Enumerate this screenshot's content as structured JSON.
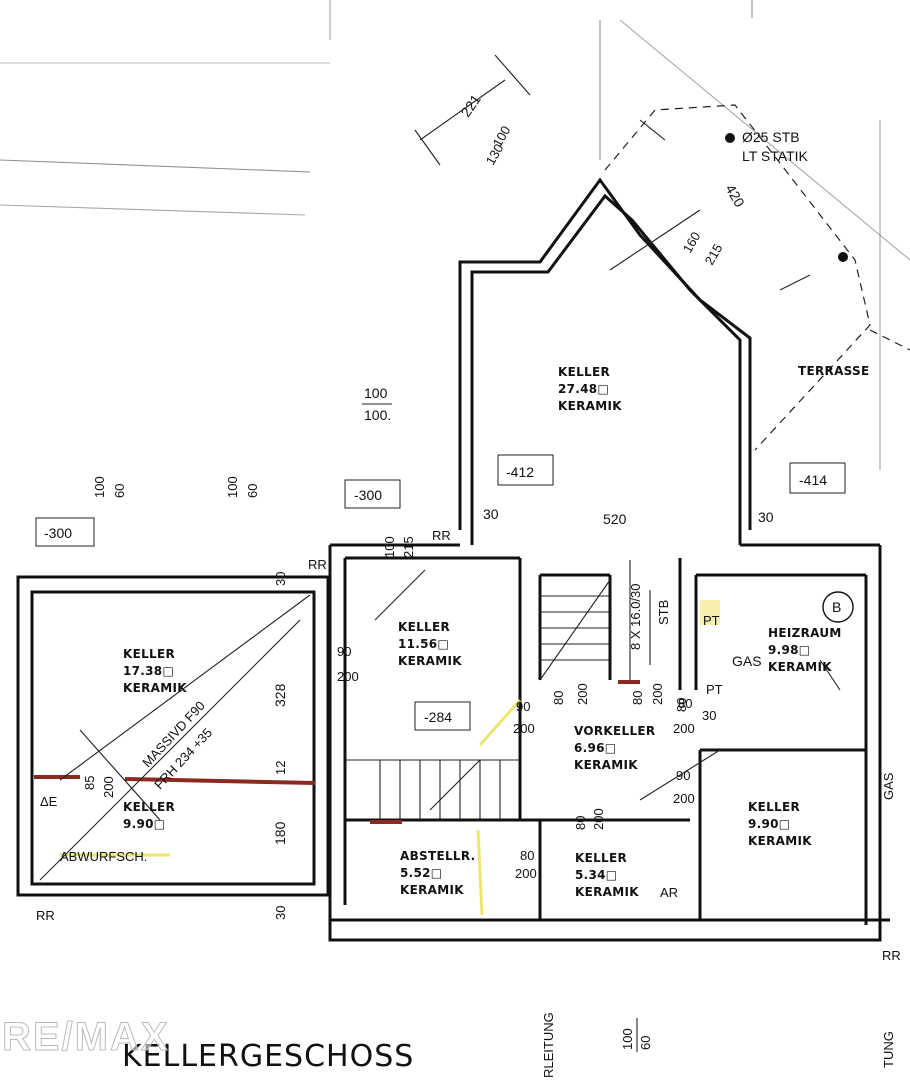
{
  "title": "KELLERGESCHOSS",
  "watermark": "RE/MAX",
  "colors": {
    "wall": "#111111",
    "red_wall": "#8a2a20",
    "highlight": "#e8e04a"
  },
  "rooms": {
    "keller_main": {
      "name": "KELLER",
      "area": "27.48□",
      "finish": "KERAMIK"
    },
    "keller_left": {
      "name": "KELLER",
      "area": "17.38□",
      "finish": "KERAMIK"
    },
    "keller_left_small": {
      "name": "KELLER",
      "area": "9.90□"
    },
    "keller_mid": {
      "name": "KELLER",
      "area": "11.56□",
      "finish": "KERAMIK"
    },
    "heizraum": {
      "name": "HEIZRAUM",
      "area": "9.98□",
      "finish": "KERAMIK"
    },
    "vorkeller": {
      "name": "VORKELLER",
      "area": "6.96□",
      "finish": "KERAMIK"
    },
    "keller_right": {
      "name": "KELLER",
      "area": "9.90□",
      "finish": "KERAMIK"
    },
    "abstellraum": {
      "name": "ABSTELLR.",
      "area": "5.52□",
      "finish": "KERAMIK"
    },
    "keller_small": {
      "name": "KELLER",
      "area": "5.34□",
      "finish": "KERAMIK"
    },
    "terrasse": {
      "name": "TERRASSE"
    }
  },
  "levels": {
    "main": "-412",
    "terrace": "-414",
    "left": "-300",
    "mid_top": "-300",
    "mid": "-284"
  },
  "dimensions": {
    "d221": "221",
    "d100a": "100",
    "d130": "130",
    "d420": "420",
    "d160": "160",
    "d215a": "215",
    "d100b": "100",
    "d100dot": "100.",
    "d100c": "100",
    "d60a": "60",
    "d100d": "100",
    "d60b": "60",
    "d100e": "100",
    "d215b": "215",
    "d30a": "30",
    "d520": "520",
    "d30b": "30",
    "d30c": "30",
    "d90a": "90",
    "d200a": "200",
    "d328": "328",
    "d12": "12",
    "d180": "180",
    "d30d": "30",
    "d85": "85",
    "d200b": "200",
    "d90b": "90",
    "d200c": "200",
    "d80a": "80",
    "d200d": "200",
    "d80b": "80",
    "d200e": "200",
    "d80c": "80",
    "d200f": "200",
    "d80d": "80",
    "d200g": "200",
    "d90c": "90",
    "d200h": "200",
    "d80e": "80",
    "d200i": "200",
    "d80f": "80",
    "d30e": "30",
    "d100f": "100",
    "d60c": "60"
  },
  "annotations": {
    "column_note_1": "Ø25 STB",
    "column_note_2": "LT STATIK",
    "massiv_1": "MASSIVD F90",
    "massiv_2": "FRH 234 +35",
    "abwurf": "ABWURFSCH.",
    "stair": "8 X 16.0/30",
    "stb": "STB",
    "gas": "GAS",
    "gas2": "GAS",
    "pt1": "PT",
    "pt2": "PT",
    "b": "B",
    "ar": "AR",
    "rr1": "RR",
    "rr2": "RR",
    "rr3": "RR",
    "rr4": "RR",
    "leitung": "RLEITUNG",
    "tung": "TUNG",
    "delta_e": "ΔE"
  }
}
